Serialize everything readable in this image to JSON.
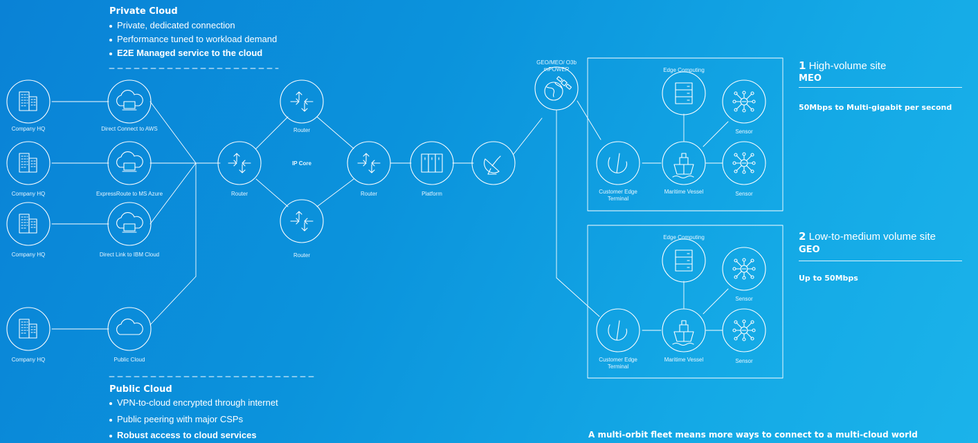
{
  "private_cloud": {
    "title": "Private Cloud",
    "bullets": [
      "Private, dedicated connection",
      "Performance tuned to workload demand",
      "E2E Managed service to the cloud"
    ]
  },
  "public_cloud": {
    "title": "Public Cloud",
    "bullets": [
      "VPN-to-cloud encrypted through internet",
      "Public peering with major CSPs",
      "Robust access to cloud services"
    ]
  },
  "nodes": {
    "hq1": "Company HQ",
    "hq2": "Company HQ",
    "hq3": "Company HQ",
    "hq4": "Company HQ",
    "aws": "Direct Connect to AWS",
    "azure": "ExpressRoute to MS Azure",
    "ibm": "Direct Link to IBM Cloud",
    "public": "Public Cloud",
    "router_left": "Router",
    "router_top": "Router",
    "router_bottom": "Router",
    "router_right": "Router",
    "ip_core": "IP Core",
    "platform": "Platform",
    "satellite": "GEO/MEO/ O3b mPOWER"
  },
  "site1": {
    "number": "1",
    "title": "High-volume site",
    "orbit": "MEO",
    "speed": "50Mbps to Multi-gigabit per second",
    "edge_computing": "Edge Computing",
    "terminal": "Customer Edge Terminal",
    "vessel": "Maritime Vessel",
    "sensor_top": "Sensor",
    "sensor_bottom": "Sensor"
  },
  "site2": {
    "number": "2",
    "title": "Low-to-medium volume site",
    "orbit": "GEO",
    "speed": "Up to 50Mbps",
    "edge_computing": "Edge Computing",
    "terminal": "Customer Edge Terminal",
    "vessel": "Maritime Vessel",
    "sensor_top": "Sensor",
    "sensor_bottom": "Sensor"
  },
  "tagline": "A multi-orbit fleet means more ways to connect to a multi-cloud world",
  "colors": {
    "background": "#0b93dc",
    "line": "#ffffff"
  }
}
